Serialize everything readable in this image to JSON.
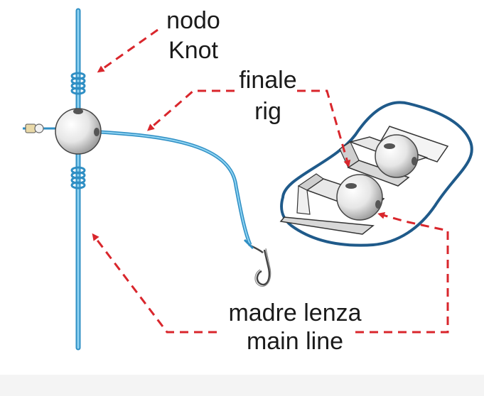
{
  "labels": {
    "knot_it": "nodo",
    "knot_en": "Knot",
    "rig_it": "finale",
    "rig_en": "rig",
    "main_line_it": "madre lenza",
    "main_line_en": "main line"
  },
  "colors": {
    "line": "#5bb8e6",
    "line_dark": "#2f8fc4",
    "arrow": "#d9262c",
    "tray_outline": "#1f5a8a",
    "background": "#ffffff"
  }
}
